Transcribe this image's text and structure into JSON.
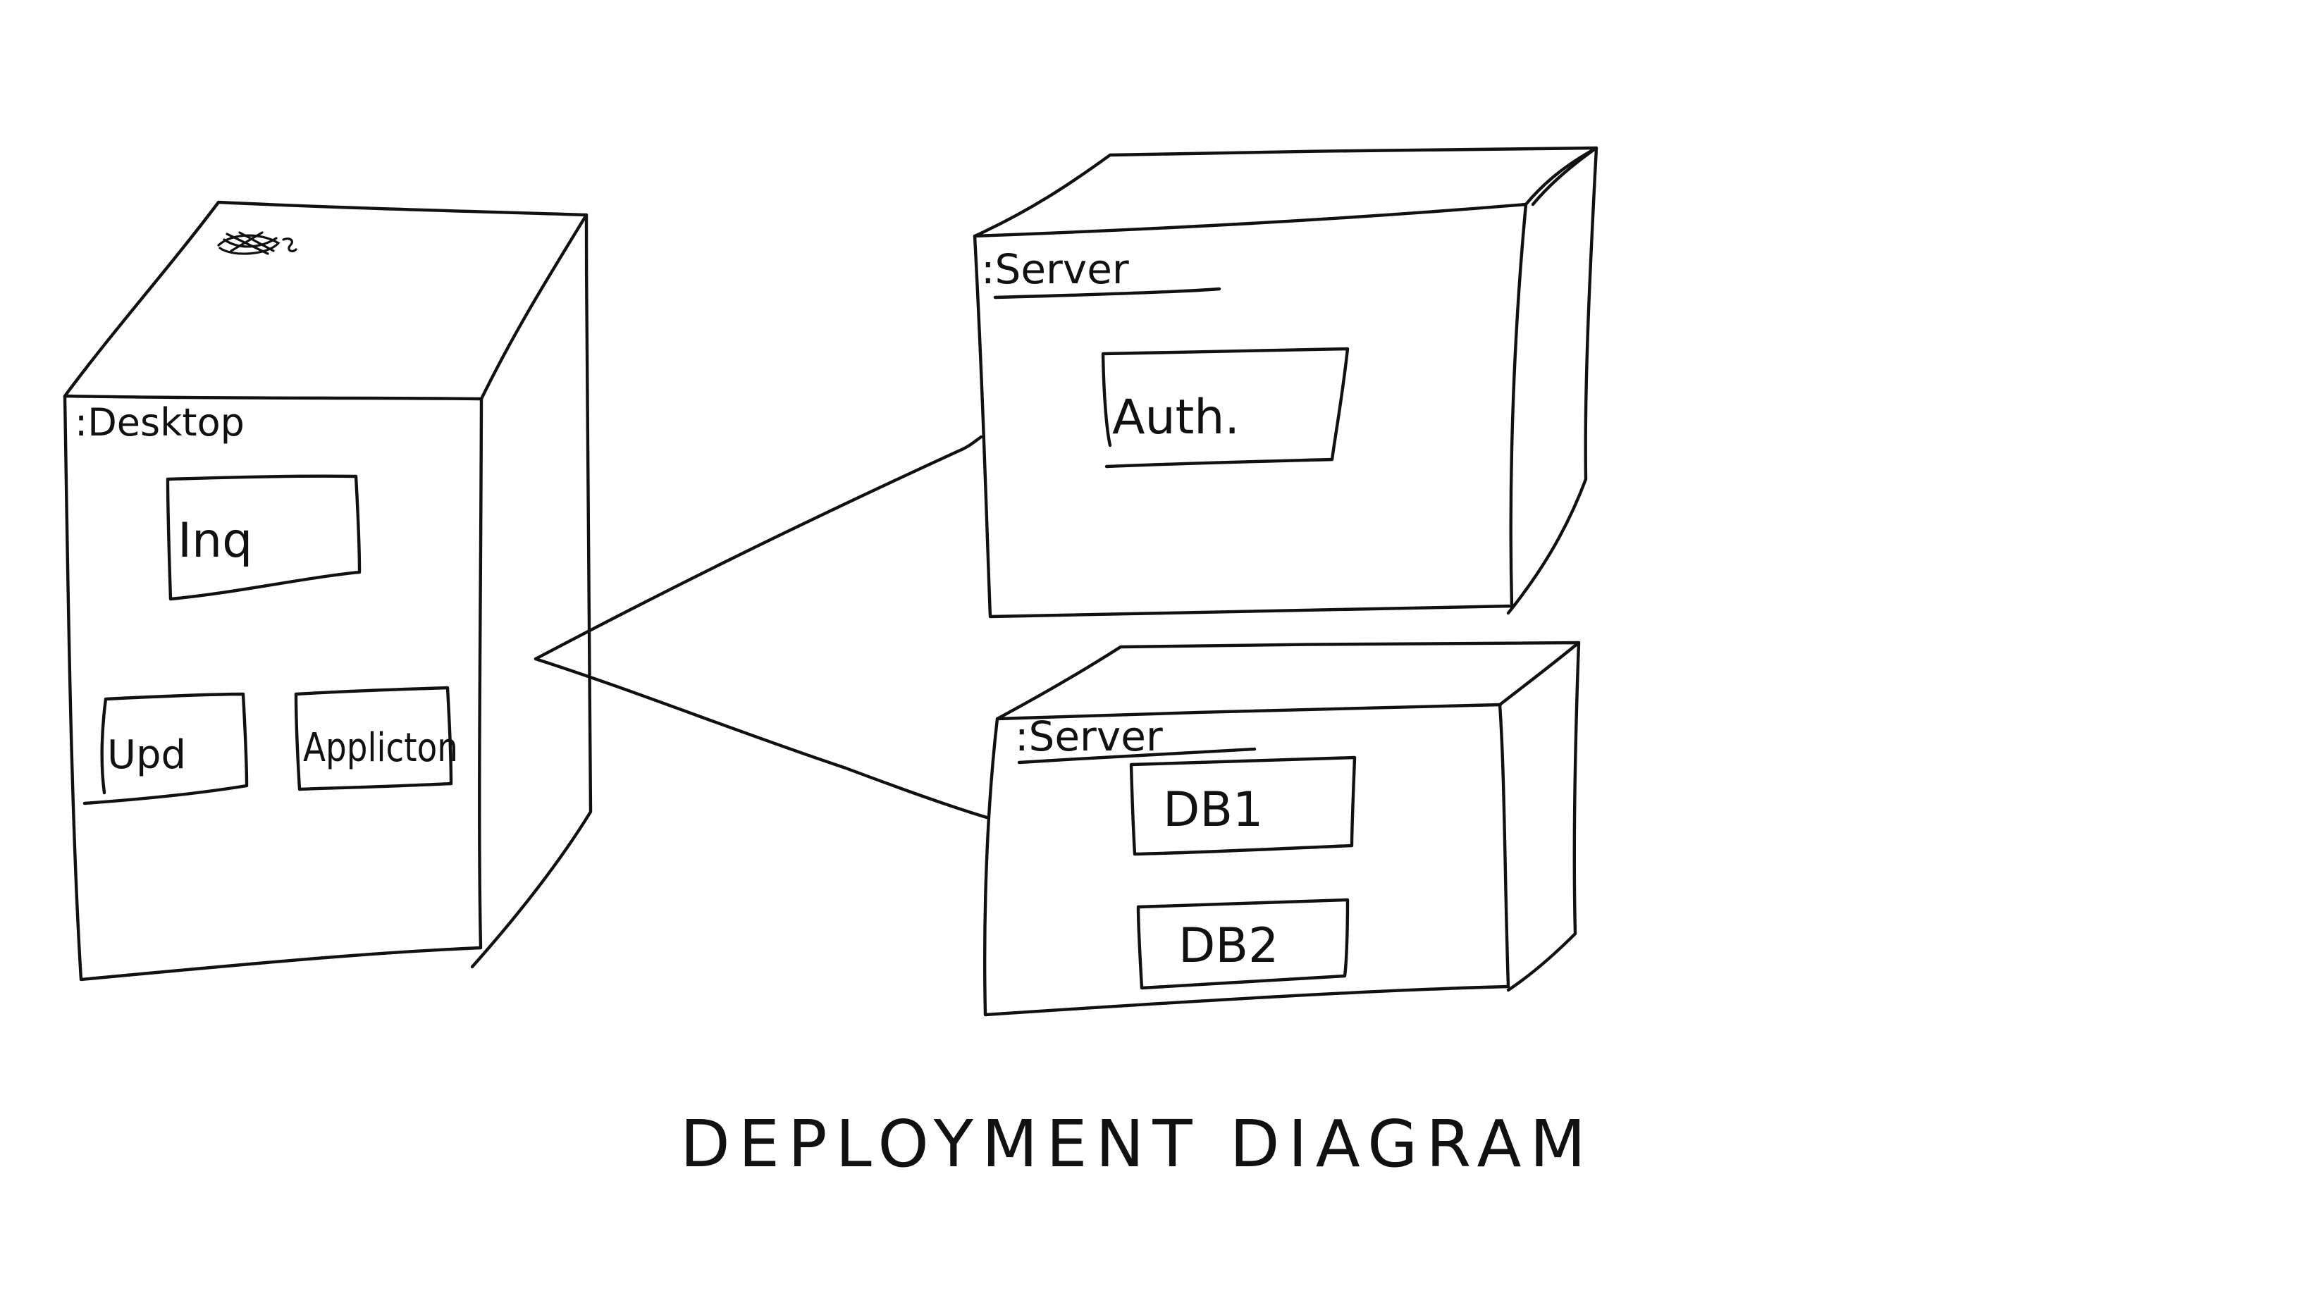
{
  "diagram": {
    "caption": "DEPLOYMENT DIAGRAM",
    "desktop_node": {
      "label": ":Desktop",
      "artifacts": {
        "inq": "Inq",
        "upd": "Upd",
        "application": "Applicton"
      }
    },
    "server_node_1": {
      "label": ":Server",
      "artifacts": {
        "auth": "Auth."
      }
    },
    "server_node_2": {
      "label": ":Server",
      "artifacts": {
        "db1": "DB1",
        "db2": "DB2"
      }
    },
    "ink_color": "#111111",
    "background": "#ffffff"
  }
}
